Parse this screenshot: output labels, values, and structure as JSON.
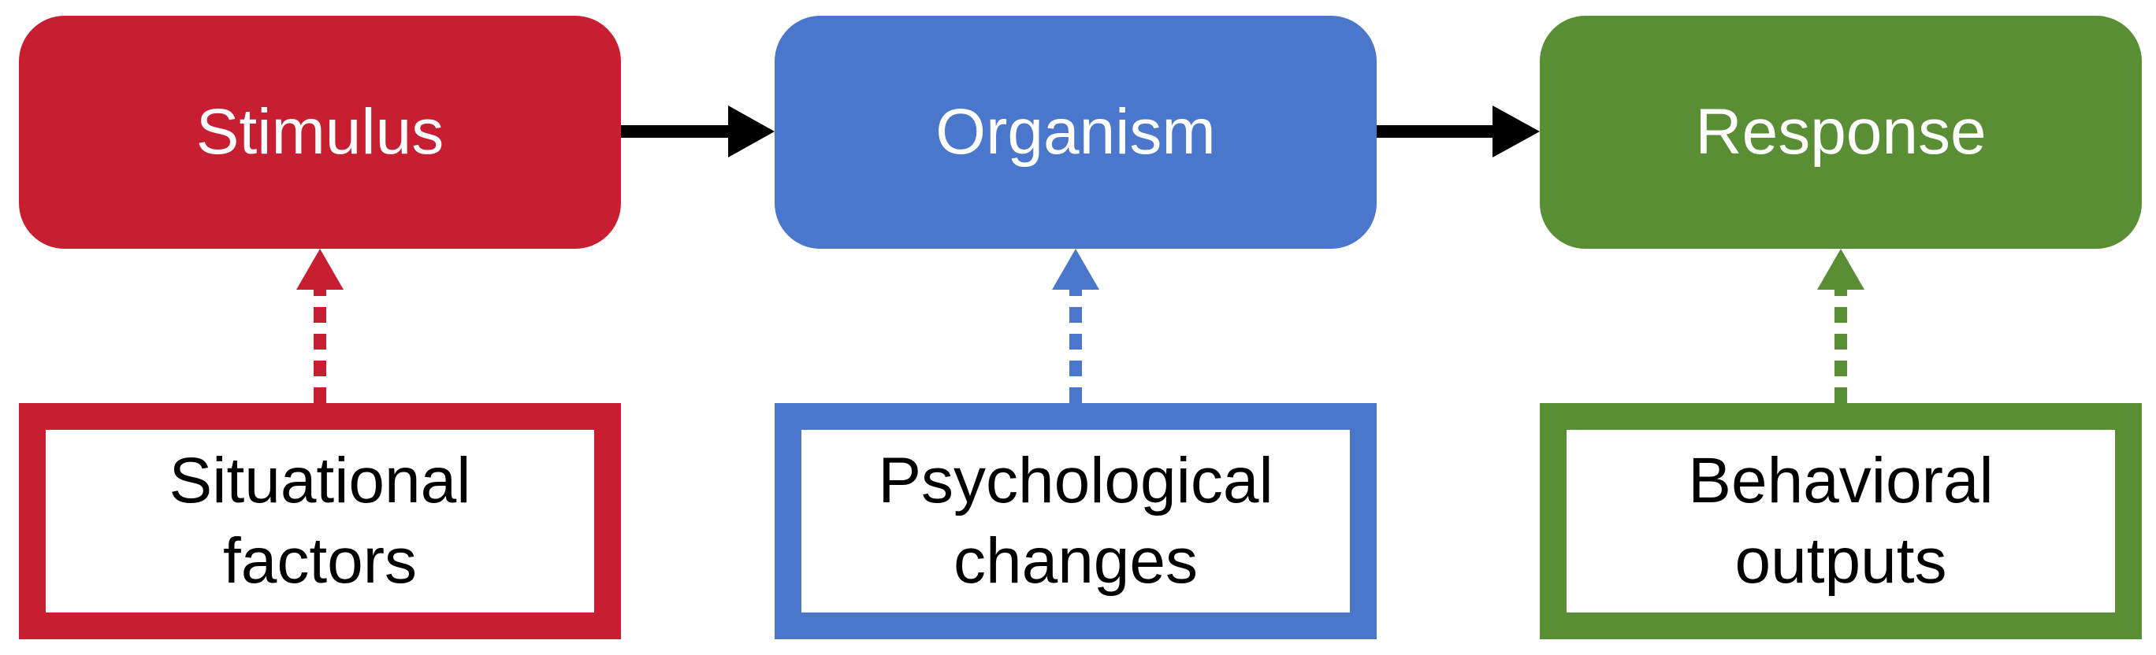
{
  "colors": {
    "stimulus": "#C81E32",
    "organism": "#4A76CC",
    "response": "#598E35",
    "arrow": "#000000"
  },
  "stages": [
    {
      "label": "Stimulus",
      "detail": "Situational\nfactors",
      "color": "#C81E32"
    },
    {
      "label": "Organism",
      "detail": "Psychological\nchanges",
      "color": "#4A76CC"
    },
    {
      "label": "Response",
      "detail": "Behavioral\noutputs",
      "color": "#598E35"
    }
  ]
}
